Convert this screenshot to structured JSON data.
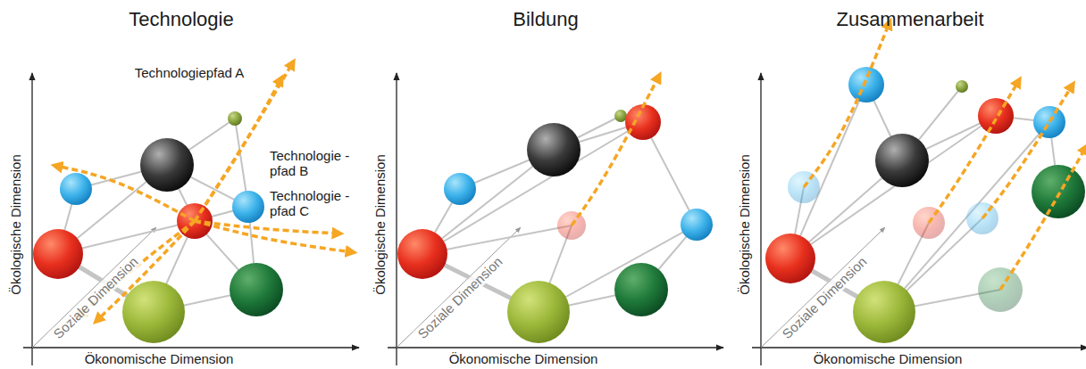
{
  "diagram": {
    "labels": [
      "Technologie",
      "Bildung",
      "Zusammenarbeit",
      "Technologiepfad A",
      "Technologie -pfad B",
      "Technologie -pfad C",
      "Ökologische Dimension",
      "Soziale Dimension",
      "Ökonomische Dimension",
      "Ökologische Dimension",
      "Soziale Dimension",
      "Ökonomische Dimension",
      "Ökologische Dimension",
      "Soziale Dimension",
      "Ökonomische Dimension"
    ]
  }
}
